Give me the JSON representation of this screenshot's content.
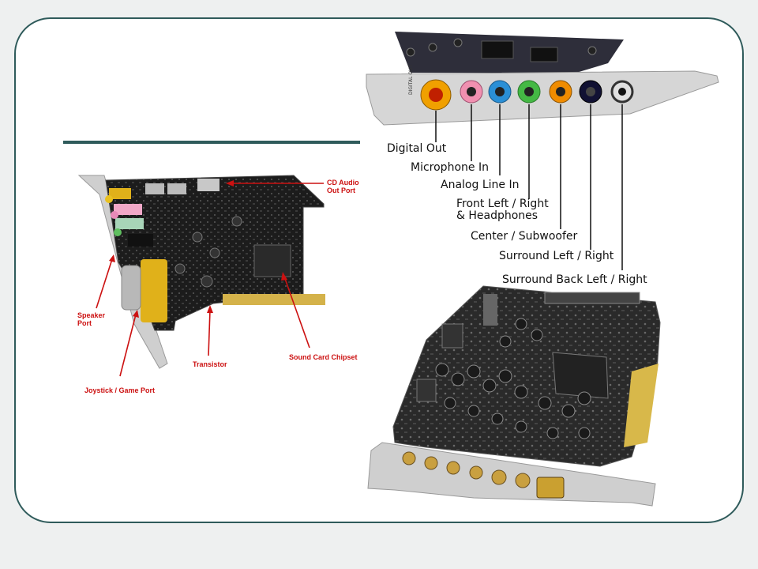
{
  "left_card": {
    "labels": {
      "cd_audio_out_port": [
        "CD Audio",
        "Out Port"
      ],
      "speaker_port": [
        "Speaker",
        "Port"
      ],
      "transistor": "Transistor",
      "sound_card_chipset": "Sound Card Chipset",
      "joystick_game_port": "Joystick / Game Port"
    }
  },
  "top_card": {
    "bracket_text": "DIGITAL OUT",
    "labels": {
      "digital_out": "Digital Out",
      "microphone_in": "Microphone In",
      "analog_line_in": "Analog Line In",
      "front_left_right": [
        "Front Left / Right",
        "& Headphones"
      ],
      "center_subwoofer": "Center / Subwoofer",
      "surround_left_right": "Surround Left / Right",
      "surround_back_left_right": "Surround Back Left / Right"
    },
    "jack_colors": [
      "#f0a000",
      "#f090b0",
      "#2a8fd6",
      "#44b844",
      "#f08c00",
      "#111133",
      "#222222"
    ]
  },
  "colors": {
    "frame": "#2f5b5b",
    "annotation_red": "#cc1111",
    "pcb": "#1c1c1c"
  }
}
